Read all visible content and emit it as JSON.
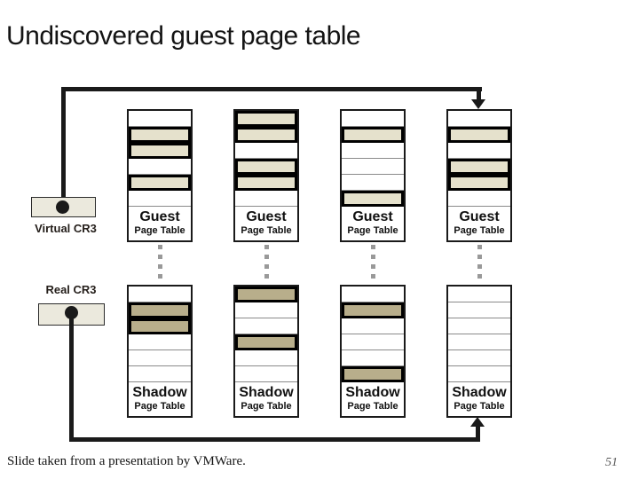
{
  "slide": {
    "title": "Undiscovered guest page table",
    "footer_credit": "Slide taken from a presentation by VMWare.",
    "page_number": "51"
  },
  "labels": {
    "virtual_cr3": "Virtual CR3",
    "real_cr3": "Real CR3"
  },
  "colors": {
    "line": "#1a1a1a",
    "dash": "#999999",
    "guest_highlight": "#e5e1cc",
    "shadow_highlight": "#b8ae8b",
    "cr3_box_fill": "#ebe9dd"
  },
  "diagram": {
    "guest_title": "Guest",
    "shadow_title": "Shadow",
    "subtitle": "Page Table",
    "guest_tables": [
      {
        "rows": [
          "plain",
          "highlight",
          "highlight",
          "plain",
          "highlight",
          "plain"
        ]
      },
      {
        "rows": [
          "highlight",
          "highlight",
          "plain",
          "highlight",
          "highlight",
          "plain"
        ]
      },
      {
        "rows": [
          "plain",
          "highlight",
          "plain",
          "plain",
          "plain",
          "highlight"
        ]
      },
      {
        "rows": [
          "plain",
          "highlight",
          "plain",
          "highlight",
          "highlight",
          "plain"
        ]
      }
    ],
    "shadow_tables": [
      {
        "rows": [
          "plain",
          "highlight",
          "highlight",
          "plain",
          "plain",
          "plain"
        ]
      },
      {
        "rows": [
          "highlight",
          "plain",
          "plain",
          "highlight",
          "plain",
          "plain"
        ]
      },
      {
        "rows": [
          "plain",
          "highlight",
          "plain",
          "plain",
          "plain",
          "highlight"
        ]
      },
      {
        "rows": [
          "plain",
          "plain",
          "plain",
          "plain",
          "plain",
          "plain"
        ]
      }
    ]
  }
}
